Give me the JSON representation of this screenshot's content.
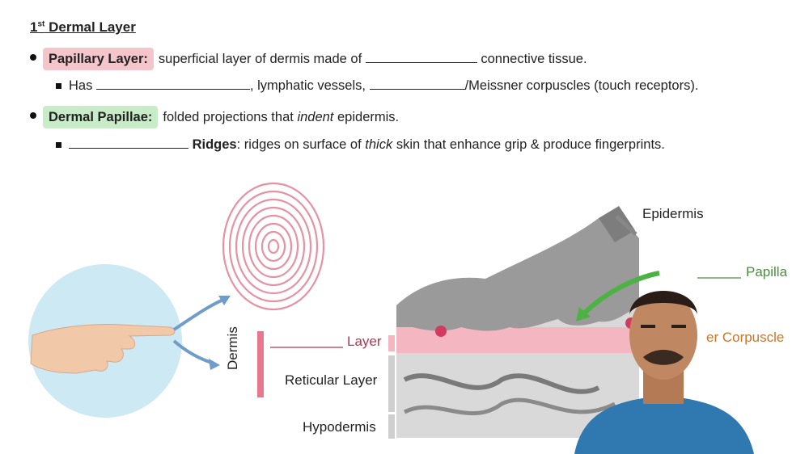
{
  "heading": {
    "sup": "st",
    "num": "1",
    "rest": " Dermal Layer"
  },
  "line1": {
    "term": "Papillary Layer:",
    "before": "superficial layer of dermis made of",
    "after": "connective tissue."
  },
  "line2": {
    "prefix": "Has",
    "mid": ", lymphatic vessels,",
    "after": "/Meissner corpuscles (touch receptors)."
  },
  "line3": {
    "term": "Dermal Papillae:",
    "before": "folded projections that",
    "italic": "indent",
    "after": "epidermis."
  },
  "line4": {
    "bold": "Ridges",
    "before": ": ridges on surface of",
    "italic": "thick",
    "after": "skin that enhance grip & produce fingerprints."
  },
  "figure": {
    "epidermis": "Epidermis",
    "papilla": "Papilla",
    "corpuscle": "er Corpuscle",
    "layer": "Layer",
    "dermis": "Dermis",
    "reticular": "Reticular Layer",
    "hypodermis": "Hypodermis"
  },
  "colors": {
    "pink": "#f5c5cc",
    "green": "#c8ecc7",
    "papilla_label": "#4b8d3e",
    "corpuscle_label": "#c8772a",
    "layer_label": "#b1384f"
  }
}
